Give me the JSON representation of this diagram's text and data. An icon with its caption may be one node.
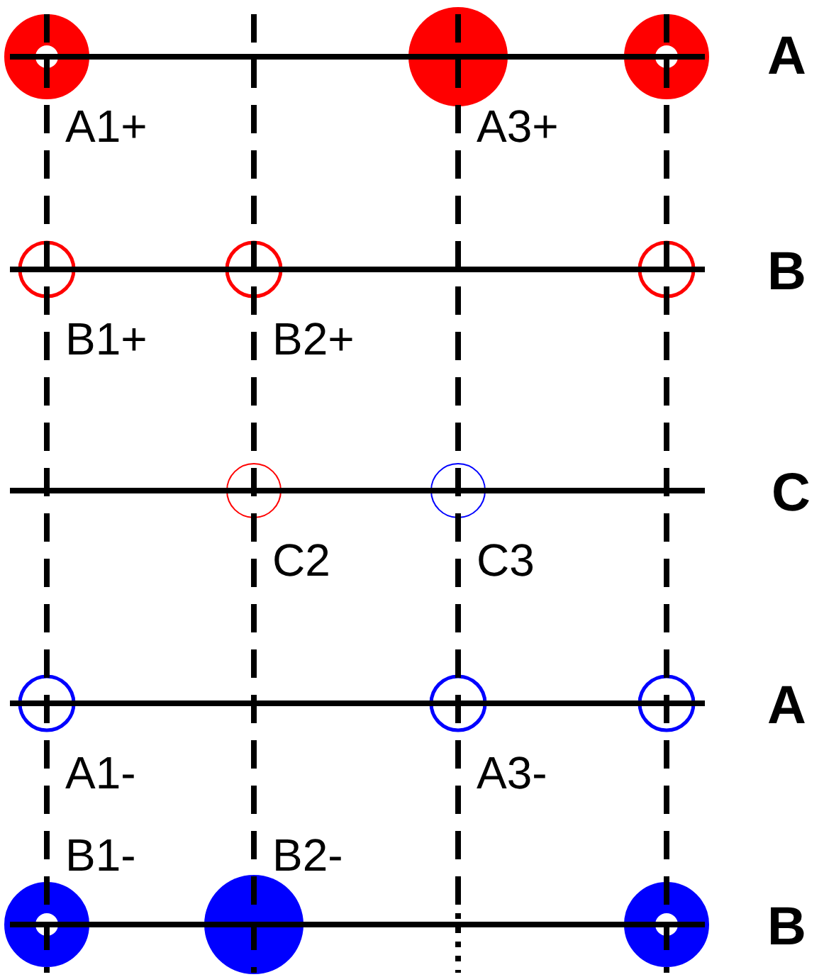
{
  "diagram": {
    "labels": [
      "A",
      "A1+",
      "A3+",
      "B",
      "B1+",
      "B2+",
      "C",
      "C2",
      "C3",
      "A",
      "A1-",
      "A3-",
      "B1-",
      "B2-",
      "B"
    ]
  }
}
